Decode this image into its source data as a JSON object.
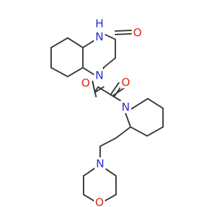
{
  "molecule": {
    "atoms": {
      "nh": {
        "text": "N",
        "sub": "H",
        "color": "#2b2bd6"
      },
      "n_ring": {
        "text": "N",
        "color": "#2b2bd6"
      },
      "n_pip": {
        "text": "N",
        "color": "#2b2bd6"
      },
      "n_morph": {
        "text": "N",
        "color": "#2b2bd6"
      },
      "o_lactam": {
        "text": "O",
        "color": "#e0231c"
      },
      "o_oxo1": {
        "text": "O",
        "color": "#e0231c"
      },
      "o_oxo2": {
        "text": "O",
        "color": "#e0231c"
      },
      "o_morph": {
        "text": "O",
        "color": "#e0231c"
      }
    }
  }
}
